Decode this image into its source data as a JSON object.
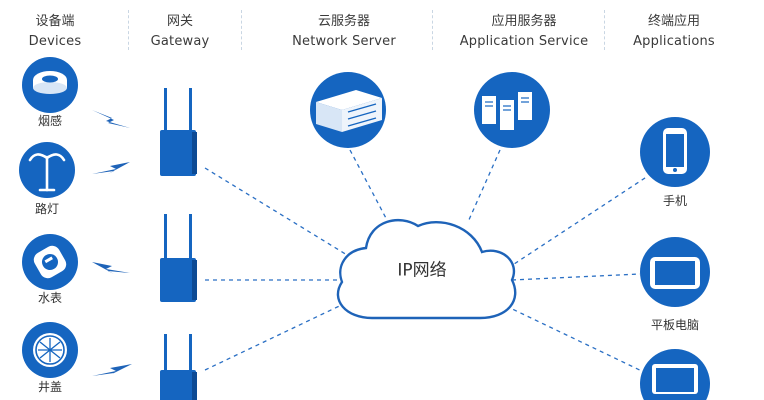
{
  "columns": [
    {
      "zh": "设备端",
      "en": "Devices"
    },
    {
      "zh": "网关",
      "en": "Gateway"
    },
    {
      "zh": "云服务器",
      "en": "Network Server"
    },
    {
      "zh": "应用服务器",
      "en": "Application Service"
    },
    {
      "zh": "终端应用",
      "en": "Applications"
    }
  ],
  "devices": [
    {
      "label": "烟感",
      "icon": "smoke-detector-icon"
    },
    {
      "label": "路灯",
      "icon": "street-lamp-icon"
    },
    {
      "label": "水表",
      "icon": "water-meter-icon"
    },
    {
      "label": "井盖",
      "icon": "manhole-cover-icon"
    }
  ],
  "gateways": [
    {
      "icon": "gateway-router-icon"
    },
    {
      "icon": "gateway-router-icon"
    },
    {
      "icon": "gateway-router-icon"
    }
  ],
  "cloud": {
    "label": "IP网络",
    "icon": "cloud-icon"
  },
  "servers": {
    "network": {
      "icon": "rack-server-icon"
    },
    "application": {
      "icon": "tower-servers-icon"
    }
  },
  "terminals": [
    {
      "label": "手机",
      "icon": "phone-icon"
    },
    {
      "label": "平板电脑",
      "icon": "tablet-icon"
    },
    {
      "label": "",
      "icon": "laptop-icon"
    }
  ],
  "colors": {
    "primary_blue": "#1565c0",
    "dash_blue": "#2a6fc4",
    "wave_blue": "#1e63b8",
    "cloud_stroke": "#1e63b8"
  }
}
